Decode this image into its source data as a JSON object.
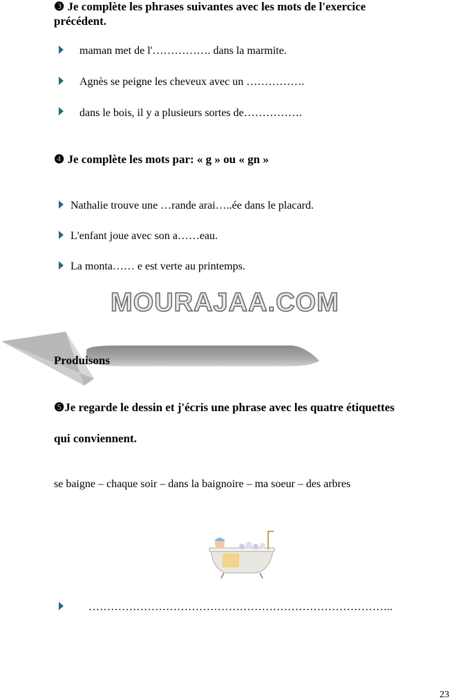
{
  "ex3": {
    "title_line1": "❸ Je complète les phrases suivantes avec les mots de l'exercice",
    "title_line2": "précédent.",
    "items": [
      "maman met de l'……………. dans la marmite.",
      "Agnès se peigne les cheveux avec un …………….",
      "dans le bois, il y a plusieurs sortes de……………."
    ]
  },
  "ex4": {
    "title": "❹ Je complète les mots par: « g » ou « gn »",
    "items": [
      "Nathalie trouve une …rande arai…..ée dans le placard.",
      "L'enfant joue avec son a……eau.",
      "La monta…… e est verte au printemps."
    ]
  },
  "watermark": "MOURAJAA.COM",
  "section": {
    "title": "Produisons"
  },
  "ex5": {
    "title_line1": "❺Je regarde le dessin et j'écris une phrase avec les quatre étiquettes",
    "title_line2": "qui conviennent.",
    "labels": "se baigne – chaque soir – dans la baignoire –  ma soeur – des arbres",
    "answer": "……………………………………………………………………….."
  },
  "page_number": "23"
}
